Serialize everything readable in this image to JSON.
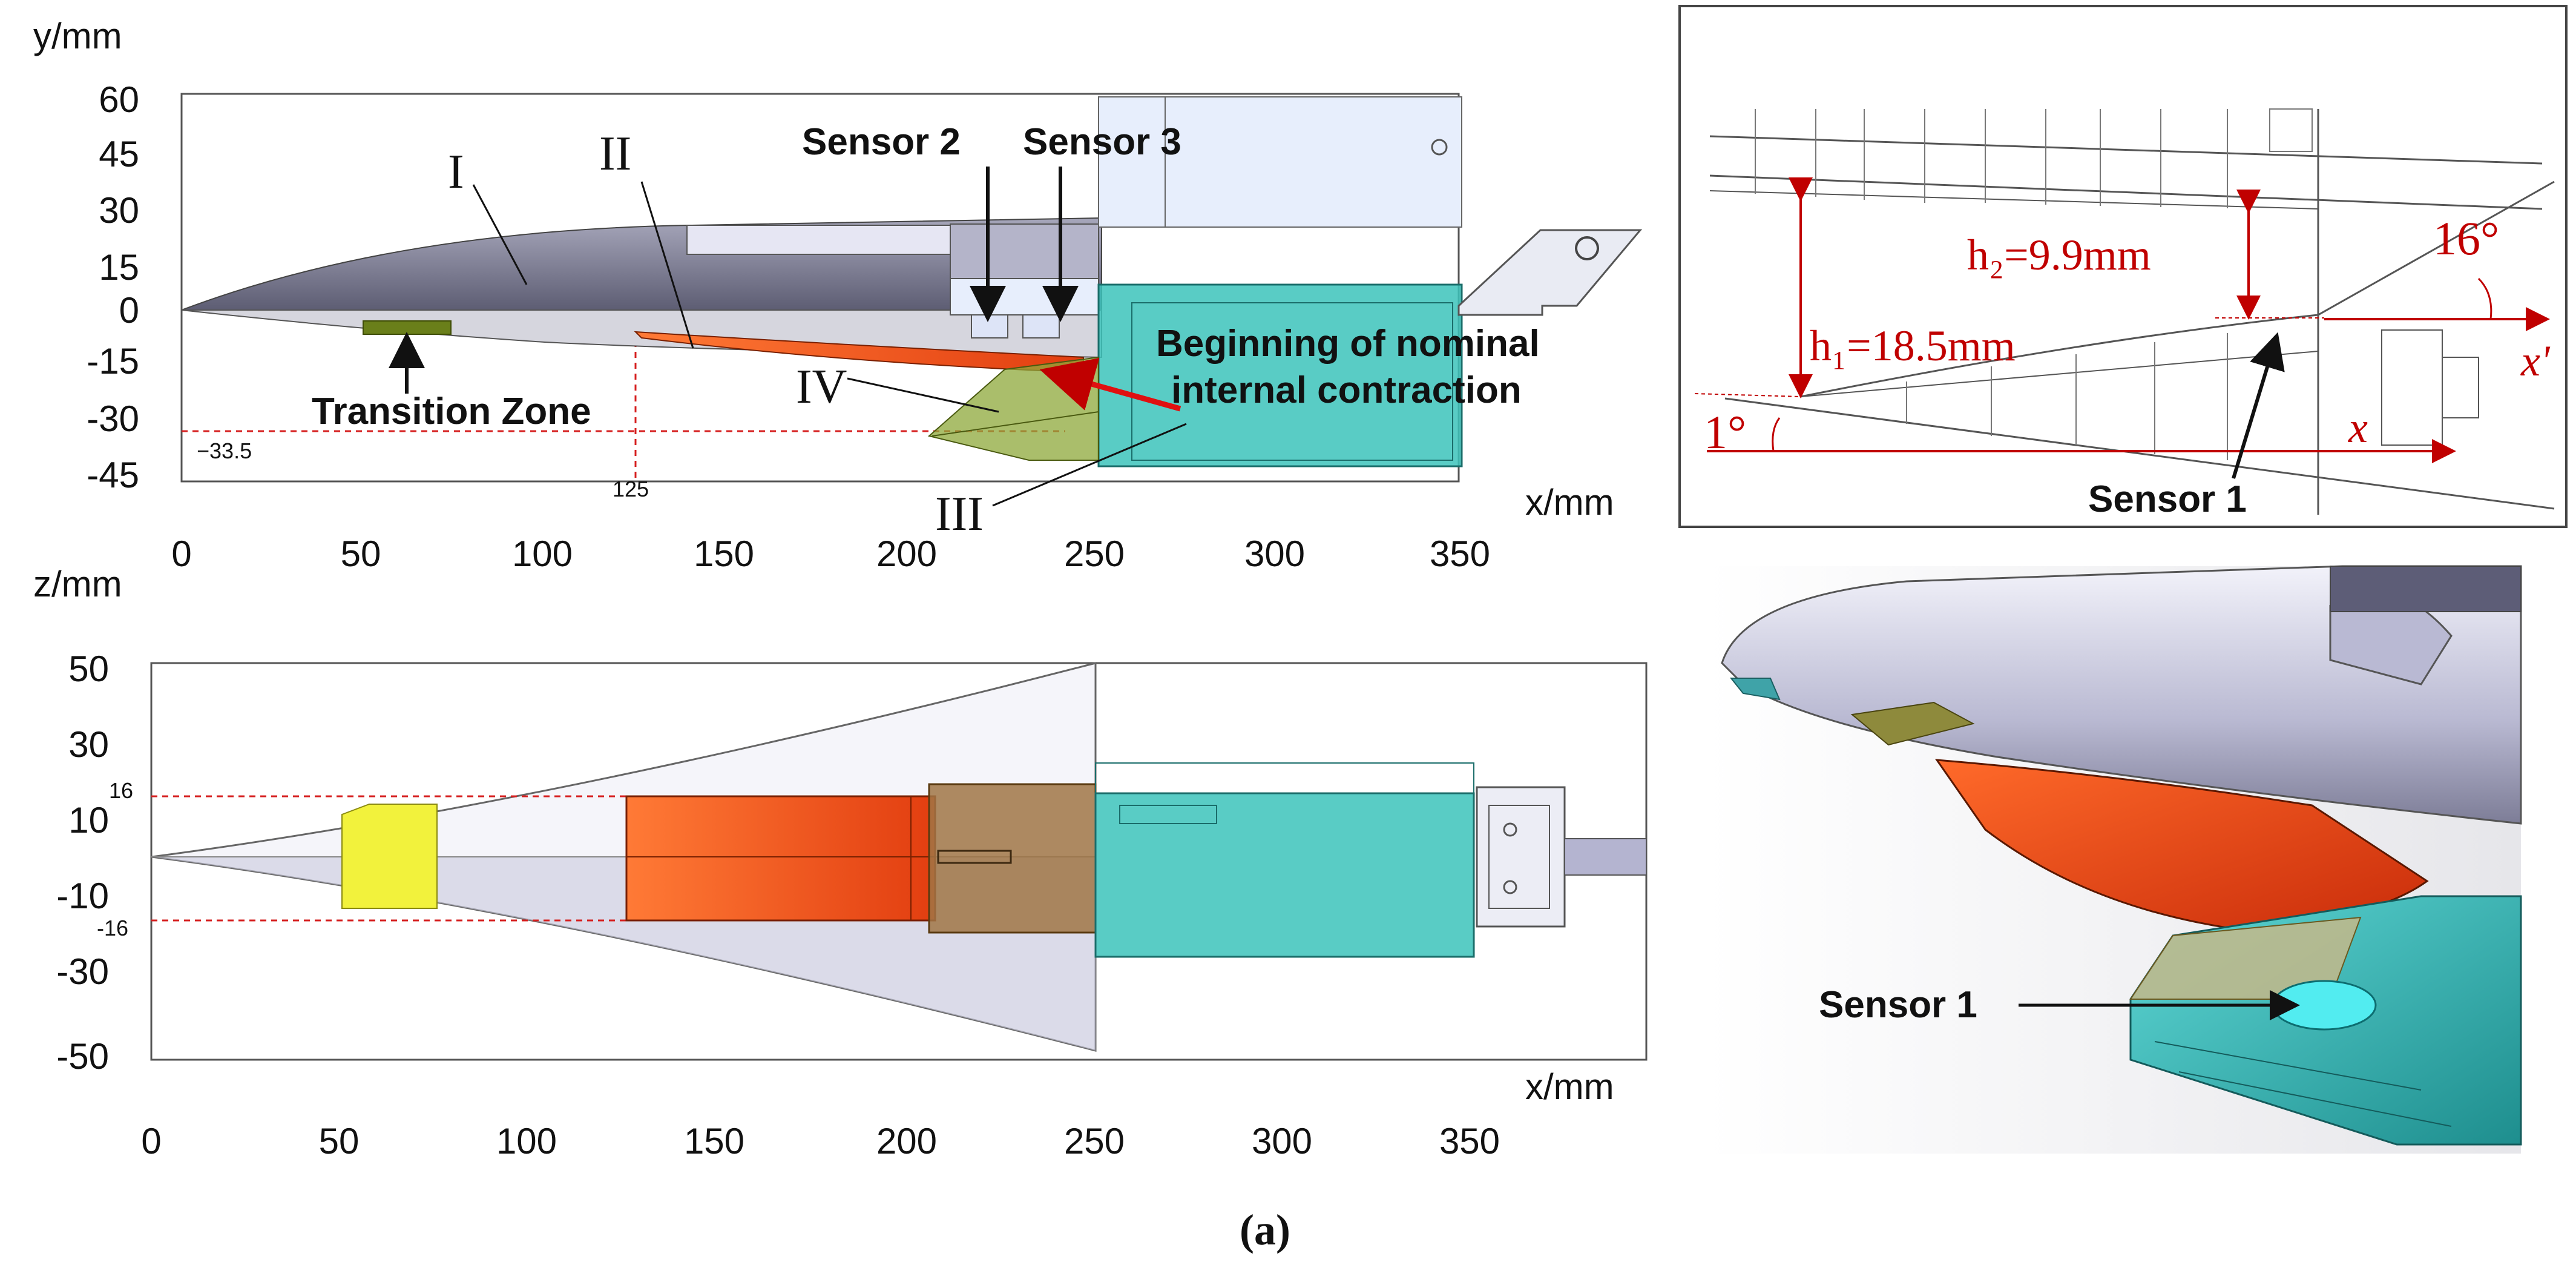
{
  "top_plot": {
    "y_axis_label": "y/mm",
    "x_axis_label": "x/mm",
    "y_ticks": [
      "60",
      "45",
      "30",
      "15",
      "0",
      "-15",
      "-30",
      "-45"
    ],
    "x_ticks": [
      "0",
      "50",
      "100",
      "150",
      "200",
      "250",
      "300",
      "350"
    ],
    "ref_y_value": "−33.5",
    "ref_x_value": "125",
    "labels": {
      "region_1": "I",
      "region_2": "II",
      "region_3": "III",
      "region_4": "IV",
      "sensor_2": "Sensor 2",
      "sensor_3": "Sensor 3",
      "transition_zone": "Transition Zone",
      "contraction_line1": "Beginning of nominal",
      "contraction_line2": "internal contraction"
    }
  },
  "bottom_plot": {
    "y_axis_label": "z/mm",
    "x_axis_label": "x/mm",
    "y_ticks": [
      "50",
      "30",
      "10",
      "-10",
      "-30",
      "-50"
    ],
    "x_ticks": [
      "0",
      "50",
      "100",
      "150",
      "200",
      "250",
      "300",
      "350"
    ],
    "ref_upper": "16",
    "ref_lower": "-16"
  },
  "detail": {
    "h1": "h₁=18.5mm",
    "h2": "h₂=9.9mm",
    "angle_large": "16°",
    "angle_small": "1°",
    "axis_x": "x",
    "axis_x_prime": "x'",
    "sensor": "Sensor 1"
  },
  "render": {
    "sensor": "Sensor 1"
  },
  "caption": "(a)",
  "colors": {
    "dashed_ref": "#d62020",
    "orange_panel": "#ff5a1a",
    "teal_box": "#3cc3bb",
    "yellow_zone": "#f2f23c",
    "body_gray": "#7c7c94",
    "red_annotation": "#c00000"
  }
}
